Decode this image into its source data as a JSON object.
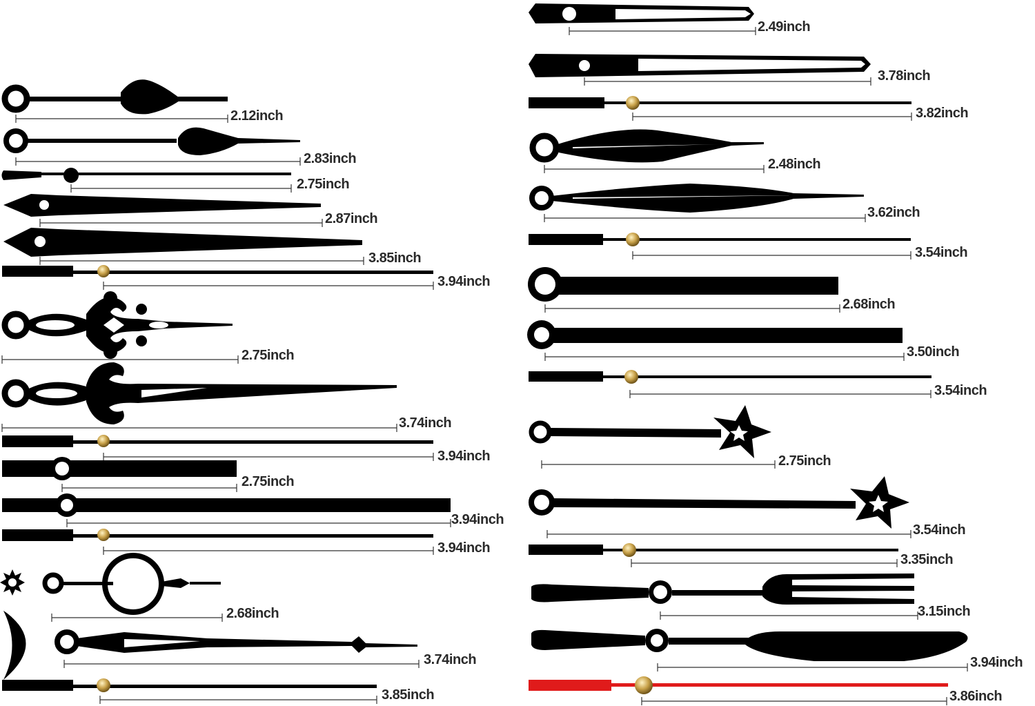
{
  "labels": {
    "l01": "2.12inch",
    "l02": "2.83inch",
    "l03": "2.75inch",
    "l04": "2.87inch",
    "l05": "3.85inch",
    "l06": "3.94inch",
    "l07": "2.75inch",
    "l08": "3.74inch",
    "l09": "3.94inch",
    "l10": "2.75inch",
    "l11": "3.94inch",
    "l12": "3.94inch",
    "l13": "2.68inch",
    "l14": "3.74inch",
    "l15": "3.85inch",
    "r01": "2.49inch",
    "r02": "3.78inch",
    "r03": "3.82inch",
    "r04": "2.48inch",
    "r05": "3.62inch",
    "r06": "3.54inch",
    "r07": "2.68inch",
    "r08": "3.50inch",
    "r09": "3.54inch",
    "r10": "2.75inch",
    "r11": "3.54inch",
    "r12": "3.35inch",
    "r13": "3.15inch",
    "r14": "3.94inch",
    "r15": "3.86inch"
  },
  "colors": {
    "hand": "#000000",
    "hub": "#c9a24a",
    "accent_hand": "#e01b1b",
    "ruler": "#333333"
  }
}
